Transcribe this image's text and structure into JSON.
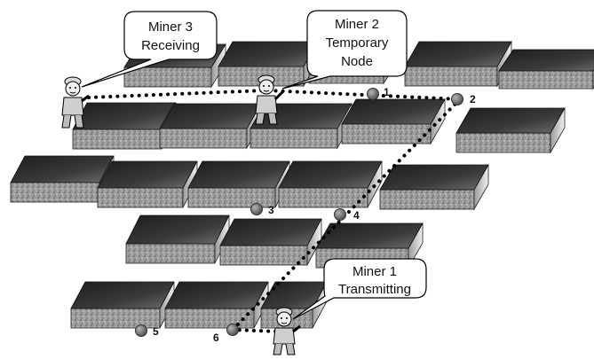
{
  "callouts": {
    "miner3": {
      "line1": "Miner 3",
      "line2": "Receiving"
    },
    "miner2": {
      "line1": "Miner 2",
      "line2": "Temporary",
      "line3": "Node"
    },
    "miner1": {
      "line1": "Miner 1",
      "line2": "Transmitting"
    }
  },
  "nodes": {
    "n1": "1",
    "n2": "2",
    "n3": "3",
    "n4": "4",
    "n5": "5",
    "n6": "6"
  }
}
